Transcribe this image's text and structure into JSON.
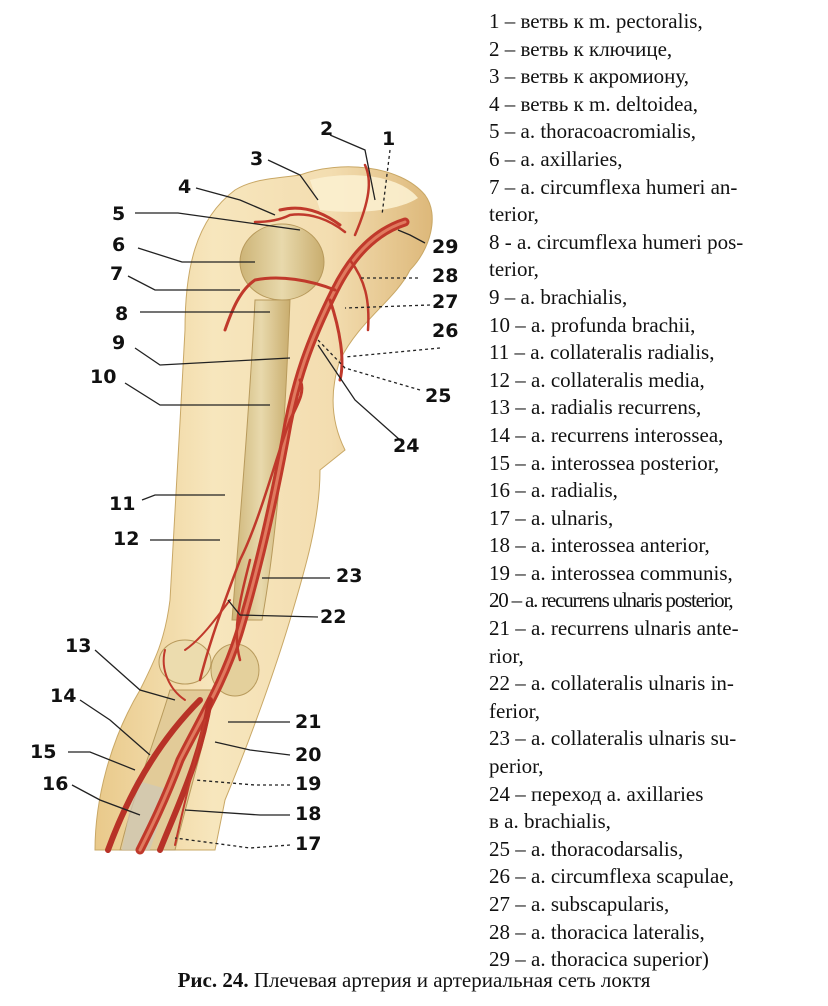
{
  "figure": {
    "labels": [
      "1",
      "2",
      "3",
      "4",
      "5",
      "6",
      "7",
      "8",
      "9",
      "10",
      "11",
      "12",
      "13",
      "14",
      "15",
      "16",
      "17",
      "18",
      "19",
      "20",
      "21",
      "22",
      "23",
      "24",
      "25",
      "26",
      "27",
      "28",
      "29"
    ]
  },
  "legend": [
    "1 – ветвь к m. pectoralis,",
    "2 – ветвь к ключице,",
    "3 – ветвь к акромиону,",
    "4 – ветвь к m. deltoidea,",
    "5 – a. thoracoacromialis,",
    "6 – a. axillaries,",
    "7 – a. circumflexa humeri an-",
    "terior,",
    "8 - a. circumflexa humeri pos-",
    "terior,",
    "9 – a. brachialis,",
    "10 – a. profunda brachii,",
    "11 – a. collateralis radialis,",
    "12 – a. collateralis media,",
    "13 – a. radialis recurrens,",
    "14 – a. recurrens interossea,",
    "15 – a. interossea posterior,",
    "16 – a. radialis,",
    "17 – a. ulnaris,",
    "18 – a. interossea anterior,",
    "19 – a. interossea communis,",
    "20 – a. recurrens ulnaris posterior,",
    "21 – a. recurrens ulnaris ante-",
    "rior,",
    "22 – a. collateralis ulnaris in-",
    "ferior,",
    "23 – a. collateralis ulnaris su-",
    "perior,",
    "24 – переход a. axillaries",
    "в a. brachialis,",
    "25 – a. thoracodarsalis,",
    "26 – a. circumflexa scapulae,",
    "27 – a. subscapularis,",
    "28 – a. thoracica lateralis,",
    "29 – a. thoracica superior)"
  ],
  "caption": {
    "bold": "Рис. 24.",
    "text": " Плечевая артерия и артериальная сеть локтя"
  }
}
